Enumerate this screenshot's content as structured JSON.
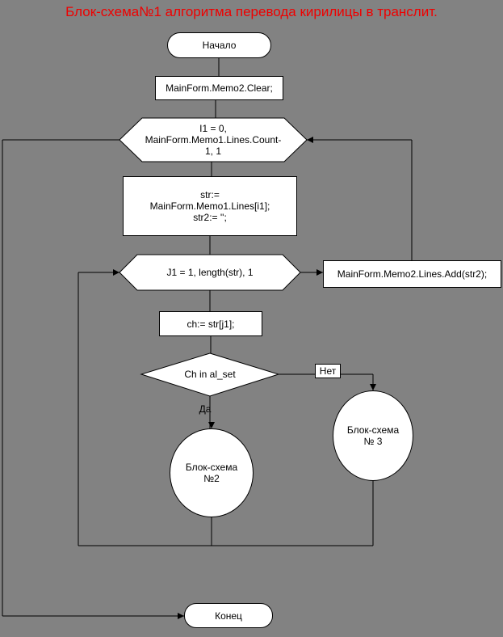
{
  "title": "Блок-схема№1 алгоритма перевода кирилицы в транслит.",
  "colors": {
    "background": "#828282",
    "shape_fill": "#ffffff",
    "shape_border": "#000000",
    "title_text": "#ef0000"
  },
  "nodes": {
    "start": {
      "label": "Начало"
    },
    "clear": {
      "label": "MainForm.Memo2.Clear;"
    },
    "loop_i1": {
      "line1": "I1 = 0,",
      "line2": "MainForm.Memo1.Lines.Count-",
      "line3": "1, 1"
    },
    "assign_str": {
      "line1": "str:=",
      "line2": "MainForm.Memo1.Lines[i1];",
      "line3": "str2:= '';"
    },
    "loop_j1": {
      "label": "J1 = 1, length(str), 1"
    },
    "add_str2": {
      "label": "MainForm.Memo2.Lines.Add(str2);"
    },
    "assign_ch": {
      "label": "ch:= str[j1];"
    },
    "decision": {
      "label": "Ch in al_set"
    },
    "branch_yes": {
      "label": "Да"
    },
    "branch_no": {
      "label": "Нет"
    },
    "block2": {
      "line1": "Блок-схема",
      "line2": "№2"
    },
    "block3": {
      "line1": "Блок-схема",
      "line2": "№ 3"
    },
    "end": {
      "label": "Конец"
    }
  }
}
